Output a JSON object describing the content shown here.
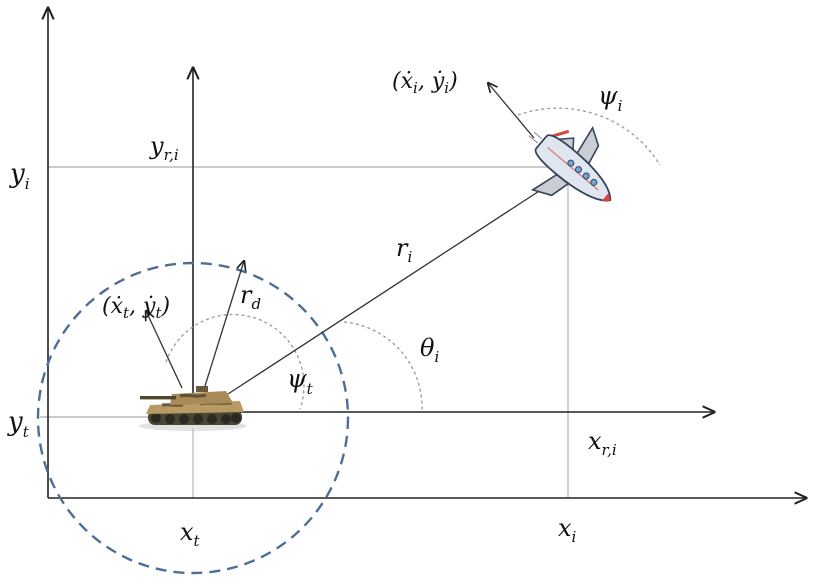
{
  "labels": {
    "y_i": {
      "base": "y",
      "sub": "i"
    },
    "y_t": {
      "base": "y",
      "sub": "t"
    },
    "y_ri": {
      "base": "y",
      "sub": "r,i"
    },
    "x_t": {
      "base": "x",
      "sub": "t"
    },
    "x_i": {
      "base": "x",
      "sub": "i"
    },
    "x_ri": {
      "base": "x",
      "sub": "r,i"
    },
    "r_i": {
      "base": "r",
      "sub": "i"
    },
    "r_d": {
      "base": "r",
      "sub": "d"
    },
    "theta_i": {
      "base": "θ",
      "sub": "i"
    },
    "psi_t": {
      "base": "ψ",
      "sub": "t"
    },
    "psi_i": {
      "base": "ψ",
      "sub": "i"
    },
    "vel_i": {
      "open": "(",
      "x": "ẋ",
      "x_sub": "i",
      "sep": ", ",
      "y": "ẏ",
      "y_sub": "i",
      "close": ")"
    },
    "vel_t": {
      "open": "(",
      "x": "ẋ",
      "x_sub": "t",
      "sep": ", ",
      "y": "ẏ",
      "y_sub": "t",
      "close": ")"
    }
  },
  "icons": {
    "target": "tank-icon",
    "interceptor": "airplane-icon"
  },
  "colors": {
    "circle": "#4d6e96",
    "plane_red": "#d9443a",
    "plane_body": "#dfe6f0"
  }
}
